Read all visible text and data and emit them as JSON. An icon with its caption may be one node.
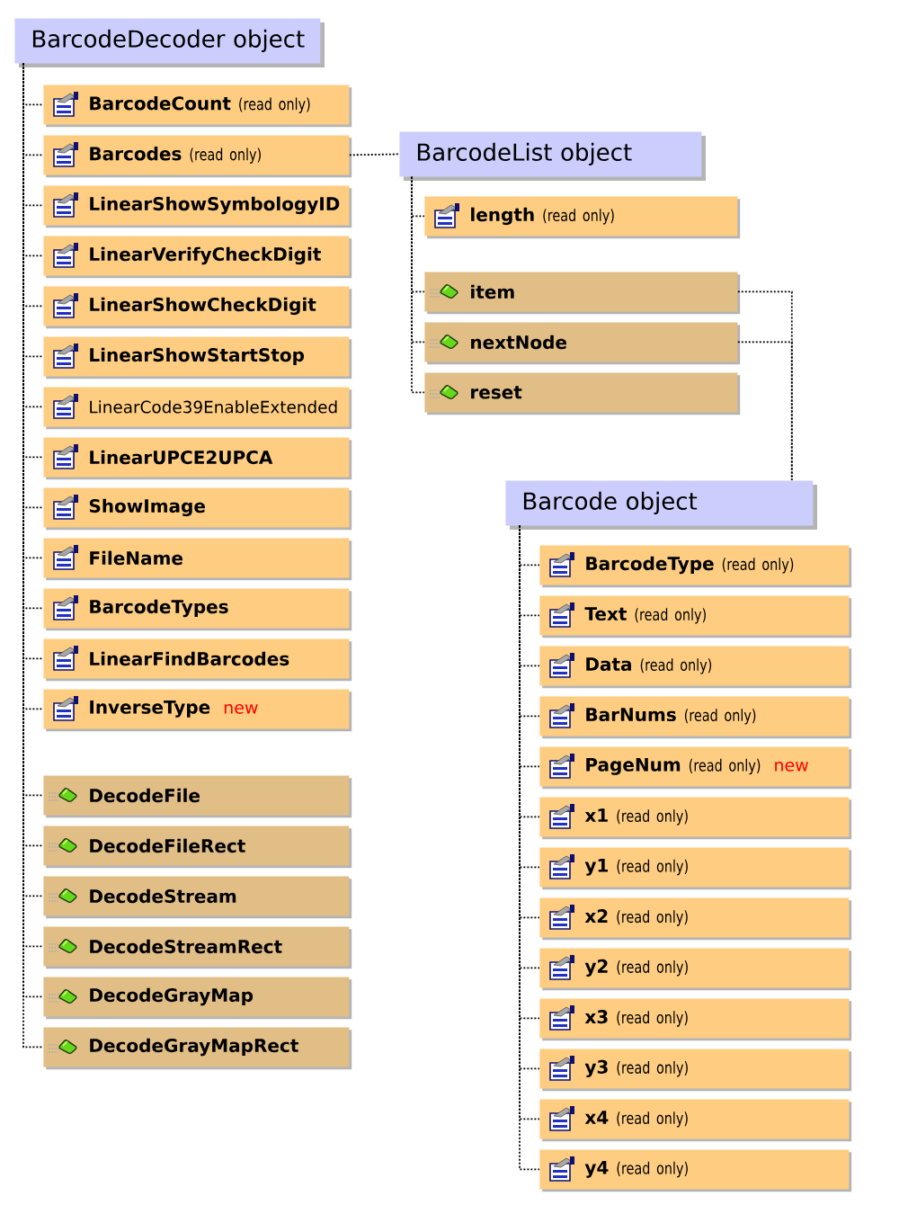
{
  "diagram": {
    "nodes": [
      {
        "text": [
          "BarcodeDecoder object"
        ]
      },
      {
        "text": [
          "BarcodeCount",
          "(read only)"
        ]
      },
      {
        "text": [
          "Barcodes",
          "(read only)"
        ]
      },
      {
        "text": [
          "LinearShowSymbologyID"
        ]
      },
      {
        "text": [
          "LinearVerifyCheckDigit"
        ]
      },
      {
        "text": [
          "LinearShowCheckDigit"
        ]
      },
      {
        "text": [
          "LinearShowStartStop"
        ]
      },
      {
        "text": [
          "LinearCode39EnableExtended"
        ]
      },
      {
        "text": [
          "LinearUPCE2UPCA"
        ]
      },
      {
        "text": [
          "ShowImage"
        ]
      },
      {
        "text": [
          "FileName"
        ]
      },
      {
        "text": [
          "BarcodeTypes"
        ]
      },
      {
        "text": [
          "LinearFindBarcodes"
        ]
      },
      {
        "text": [
          "InverseType",
          "new"
        ]
      },
      {
        "text": [
          "DecodeFile"
        ]
      },
      {
        "text": [
          "DecodeFileRect"
        ]
      },
      {
        "text": [
          "DecodeStream"
        ]
      },
      {
        "text": [
          "DecodeStreamRect"
        ]
      },
      {
        "text": [
          "DecodeGrayMap"
        ]
      },
      {
        "text": [
          "DecodeGrayMapRect"
        ]
      },
      {
        "text": [
          "BarcodeList object"
        ]
      },
      {
        "text": [
          "length",
          "(read only)"
        ]
      },
      {
        "text": [
          "item"
        ]
      },
      {
        "text": [
          "nextNode"
        ]
      },
      {
        "text": [
          "reset"
        ]
      },
      {
        "text": [
          "Barcode object"
        ]
      },
      {
        "text": [
          "BarcodeType",
          "(read only)"
        ]
      },
      {
        "text": [
          "Text",
          "(read only)"
        ]
      },
      {
        "text": [
          "Data",
          "(read only)"
        ]
      },
      {
        "text": [
          "BarNums",
          "(read only)"
        ]
      },
      {
        "text": [
          "PageNum",
          "(read only)",
          "new"
        ]
      },
      {
        "text": [
          "x1",
          "(read only)"
        ]
      },
      {
        "text": [
          "y1",
          "(read only)"
        ]
      },
      {
        "text": [
          "x2",
          "(read only)"
        ]
      },
      {
        "text": [
          "y2",
          "(read only)"
        ]
      },
      {
        "text": [
          "x3",
          "(read only)"
        ]
      },
      {
        "text": [
          "y3",
          "(read only)"
        ]
      },
      {
        "text": [
          "x4",
          "(read only)"
        ]
      },
      {
        "text": [
          "y4",
          "(read only)"
        ]
      }
    ],
    "edges": [
      {
        "from": 0,
        "to": 1,
        "arrow": "none"
      },
      {
        "from": 0,
        "to": 2,
        "arrow": "none"
      },
      {
        "from": 0,
        "to": 3,
        "arrow": "none"
      },
      {
        "from": 0,
        "to": 4,
        "arrow": "none"
      },
      {
        "from": 0,
        "to": 5,
        "arrow": "none"
      },
      {
        "from": 0,
        "to": 6,
        "arrow": "none"
      },
      {
        "from": 0,
        "to": 7,
        "arrow": "none"
      },
      {
        "from": 0,
        "to": 8,
        "arrow": "none"
      },
      {
        "from": 0,
        "to": 9,
        "arrow": "none"
      },
      {
        "from": 0,
        "to": 10,
        "arrow": "none"
      },
      {
        "from": 0,
        "to": 11,
        "arrow": "none"
      },
      {
        "from": 0,
        "to": 12,
        "arrow": "none"
      },
      {
        "from": 0,
        "to": 13,
        "arrow": "none"
      },
      {
        "from": 0,
        "to": 14,
        "arrow": "none"
      },
      {
        "from": 0,
        "to": 15,
        "arrow": "none"
      },
      {
        "from": 0,
        "to": 16,
        "arrow": "none"
      },
      {
        "from": 0,
        "to": 17,
        "arrow": "none"
      },
      {
        "from": 0,
        "to": 18,
        "arrow": "none"
      },
      {
        "from": 0,
        "to": 19,
        "arrow": "none"
      },
      {
        "from": 2,
        "to": 20,
        "arrow": "none"
      },
      {
        "from": 20,
        "to": 21,
        "arrow": "none"
      },
      {
        "from": 20,
        "to": 22,
        "arrow": "none"
      },
      {
        "from": 20,
        "to": 23,
        "arrow": "none"
      },
      {
        "from": 20,
        "to": 24,
        "arrow": "none"
      },
      {
        "from": 22,
        "to": 25,
        "arrow": "none"
      },
      {
        "from": 23,
        "to": 25,
        "arrow": "none"
      },
      {
        "from": 25,
        "to": 26,
        "arrow": "none"
      },
      {
        "from": 25,
        "to": 27,
        "arrow": "none"
      },
      {
        "from": 25,
        "to": 28,
        "arrow": "none"
      },
      {
        "from": 25,
        "to": 29,
        "arrow": "none"
      },
      {
        "from": 25,
        "to": 30,
        "arrow": "none"
      },
      {
        "from": 25,
        "to": 31,
        "arrow": "none"
      },
      {
        "from": 25,
        "to": 32,
        "arrow": "none"
      },
      {
        "from": 25,
        "to": 33,
        "arrow": "none"
      },
      {
        "from": 25,
        "to": 34,
        "arrow": "none"
      },
      {
        "from": 25,
        "to": 35,
        "arrow": "none"
      },
      {
        "from": 25,
        "to": 36,
        "arrow": "none"
      },
      {
        "from": 25,
        "to": 37,
        "arrow": "none"
      },
      {
        "from": 25,
        "to": 38,
        "arrow": "none"
      }
    ]
  }
}
